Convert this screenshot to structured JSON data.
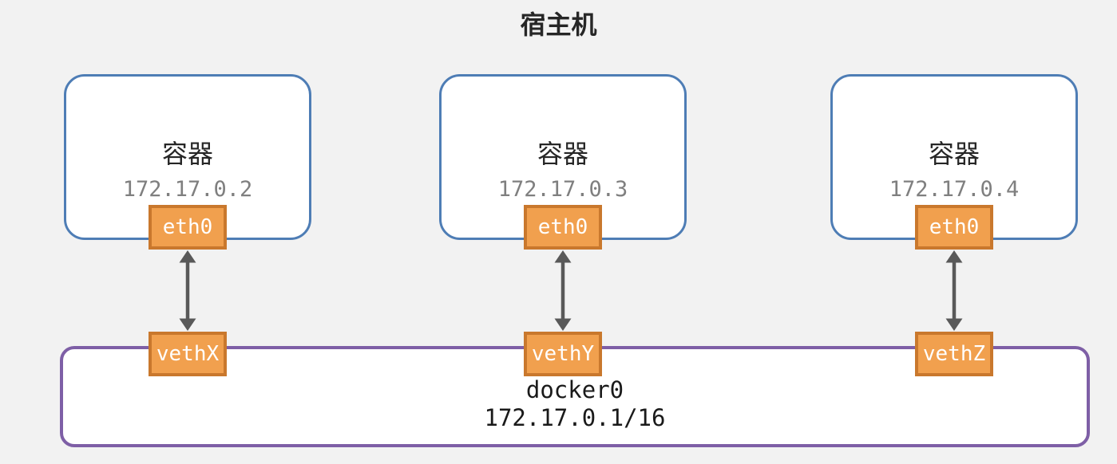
{
  "title": "宿主机",
  "containers": [
    {
      "label": "容器",
      "ip": "172.17.0.2",
      "interface": "eth0",
      "veth": "vethX"
    },
    {
      "label": "容器",
      "ip": "172.17.0.3",
      "interface": "eth0",
      "veth": "vethY"
    },
    {
      "label": "容器",
      "ip": "172.17.0.4",
      "interface": "eth0",
      "veth": "vethZ"
    }
  ],
  "bridge": {
    "name": "docker0",
    "ip": "172.17.0.1/16"
  },
  "colors": {
    "background": "#f2f2f2",
    "container_border": "#4e7db5",
    "bridge_border": "#7e5fa6",
    "interface_fill": "#f1a04e",
    "interface_border": "#c9782d",
    "arrow": "#595959",
    "ip_text": "#7f7f7f",
    "text": "#262626"
  }
}
